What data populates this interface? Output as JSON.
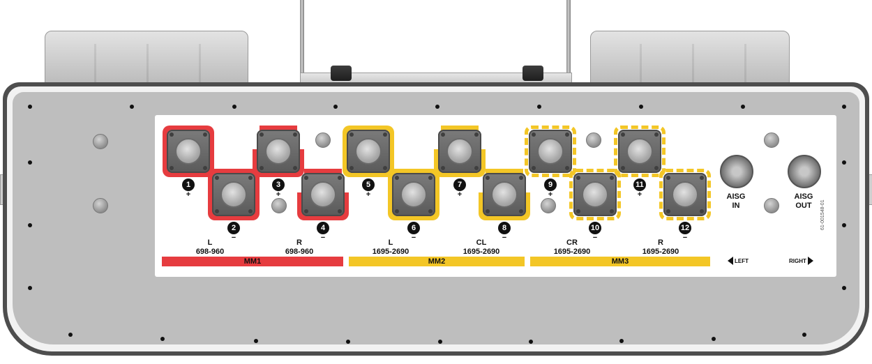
{
  "connectors": [
    {
      "num": "1",
      "sign": "+",
      "color": "#e63c3f",
      "style": "solid"
    },
    {
      "num": "2",
      "sign": "−",
      "color": "#e63c3f",
      "style": "solid"
    },
    {
      "num": "3",
      "sign": "+",
      "color": "#e63c3f",
      "style": "partial"
    },
    {
      "num": "4",
      "sign": "−",
      "color": "#e63c3f",
      "style": "partial"
    },
    {
      "num": "5",
      "sign": "+",
      "color": "#f3c626",
      "style": "solid"
    },
    {
      "num": "6",
      "sign": "−",
      "color": "#f3c626",
      "style": "solid"
    },
    {
      "num": "7",
      "sign": "+",
      "color": "#f3c626",
      "style": "partial"
    },
    {
      "num": "8",
      "sign": "−",
      "color": "#f3c626",
      "style": "partial"
    },
    {
      "num": "9",
      "sign": "+",
      "color": "#f3c626",
      "style": "dashed"
    },
    {
      "num": "10",
      "sign": "−",
      "color": "#f3c626",
      "style": "dashed"
    },
    {
      "num": "11",
      "sign": "+",
      "color": "#f3c626",
      "style": "dashed"
    },
    {
      "num": "12",
      "sign": "−",
      "color": "#f3c626",
      "style": "dashed"
    }
  ],
  "bands": [
    {
      "side": "L",
      "range": "698-960"
    },
    {
      "side": "R",
      "range": "698-960"
    },
    {
      "side": "L",
      "range": "1695-2690"
    },
    {
      "side": "CL",
      "range": "1695-2690"
    },
    {
      "side": "CR",
      "range": "1695-2690"
    },
    {
      "side": "R",
      "range": "1695-2690"
    }
  ],
  "groups": [
    {
      "name": "MM1",
      "color": "#e63c3f"
    },
    {
      "name": "MM2",
      "color": "#f3c626"
    },
    {
      "name": "MM3",
      "color": "#f3c626"
    }
  ],
  "aisg": [
    {
      "line1": "AISG",
      "line2": "IN"
    },
    {
      "line1": "AISG",
      "line2": "OUT"
    }
  ],
  "direction": {
    "left": "LEFT",
    "right": "RIGHT"
  },
  "part_id": "61-001548-01",
  "icons": {
    "left_arrow": "triangle-left-icon",
    "right_arrow": "triangle-right-icon"
  }
}
